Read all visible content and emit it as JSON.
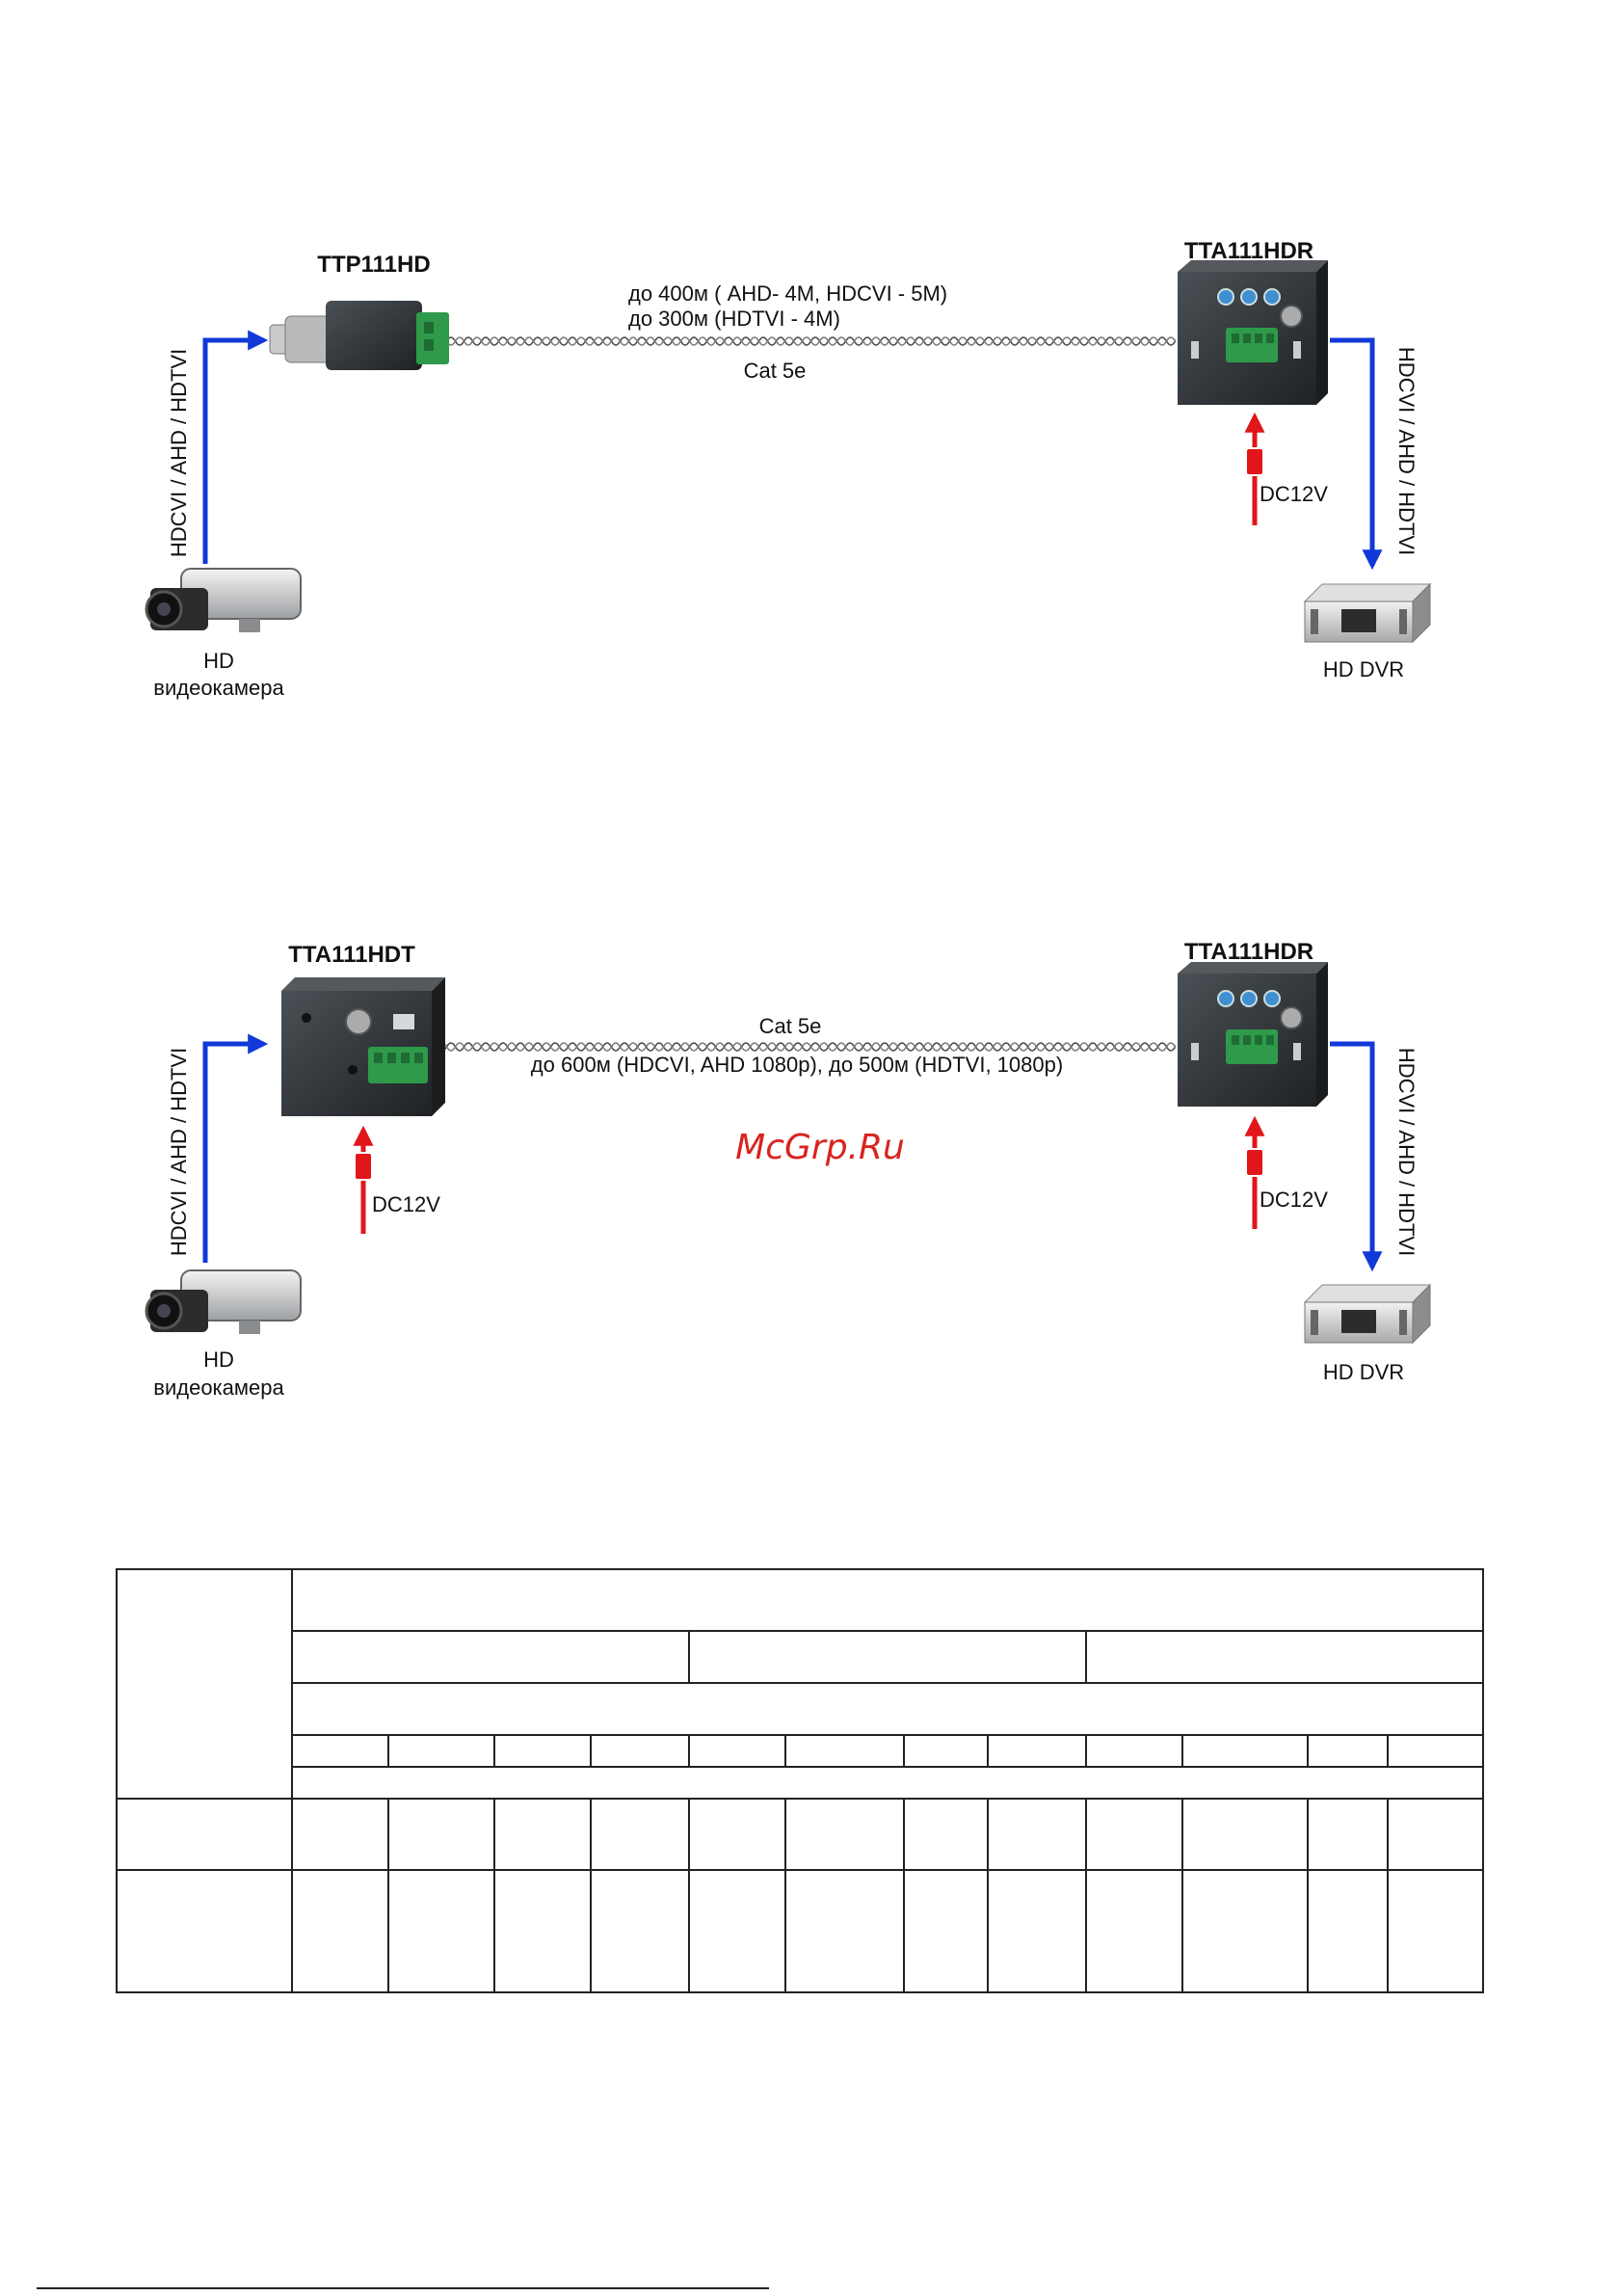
{
  "scheme1": {
    "transmitter_label": "TTP111HD",
    "receiver_label": "TTA111HDR",
    "distance_line1": "до 400м ( AHD- 4M, HDCVI - 5M)",
    "distance_line2": "до 300м (HDTVI - 4M)",
    "cable_label": "Cat 5e",
    "camera_signal": "HDCVI / AHD / HDTVI",
    "dvr_signal": "HDCVI / AHD / HDTVI",
    "power_label": "DC12V",
    "camera_label_1": "HD",
    "camera_label_2": "видеокамера",
    "dvr_label": "HD DVR"
  },
  "scheme2": {
    "transmitter_label": "TTA111HDT",
    "receiver_label": "TTA111HDR",
    "cable_label": "Cat 5e",
    "distance_line": "до 600м (HDCVI, AHD 1080p), до 500м (HDTVI, 1080p)",
    "camera_signal": "HDCVI / AHD / HDTVI",
    "dvr_signal": "HDCVI / AHD / HDTVI",
    "tx_power_label": "DC12V",
    "rx_power_label": "DC12V",
    "camera_label_1": "HD",
    "camera_label_2": "видеокамера",
    "dvr_label": "HD DVR"
  },
  "watermark": "McGrp.Ru",
  "colors": {
    "signal_arrow": "#1238d8",
    "power_arrow": "#e0161b",
    "device_body": "#2e3236",
    "terminal_green": "#2e9a4a"
  }
}
